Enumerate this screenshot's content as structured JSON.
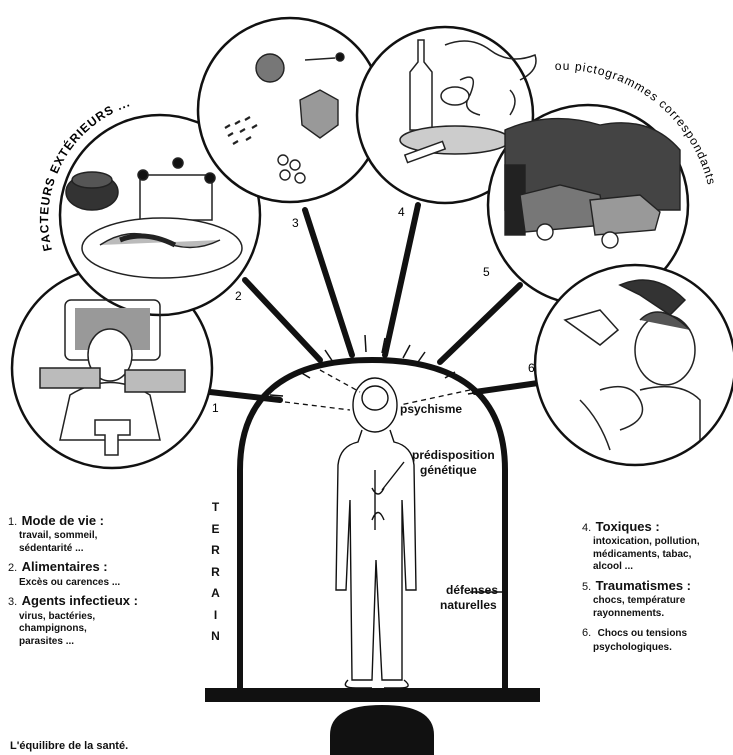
{
  "header": {
    "facteurs_label": "FACTEURS EXTÉRIEURS ...",
    "pictogrammes_label": "ou pictogrammes correspondants"
  },
  "circles": {
    "n1": "1",
    "n2": "2",
    "n3": "3",
    "n4": "4",
    "n5": "5",
    "n6": "6"
  },
  "labels": {
    "psychisme": "psychisme",
    "predisposition_1": "prédisposition",
    "predisposition_2": "génétique",
    "defenses_1": "défenses",
    "defenses_2": "naturelles"
  },
  "terrain": [
    "T",
    "E",
    "R",
    "R",
    "A",
    "I",
    "N"
  ],
  "left_legend": {
    "items": [
      {
        "num": "1.",
        "title": "Mode de vie :",
        "lines": [
          "travail, sommeil,",
          "sédentarité ..."
        ]
      },
      {
        "num": "2.",
        "title": "Alimentaires :",
        "lines": [
          "Excès ou carences ..."
        ]
      },
      {
        "num": "3.",
        "title": "Agents infectieux :",
        "lines": [
          "virus, bactéries,",
          "champignons,",
          "parasites ..."
        ]
      }
    ]
  },
  "right_legend": {
    "items": [
      {
        "num": "4.",
        "title": "Toxiques :",
        "lines": [
          "intoxication, pollution,",
          "médicaments, tabac,",
          "alcool ..."
        ]
      },
      {
        "num": "5.",
        "title": "Traumatismes :",
        "lines": [
          "chocs, température",
          "rayonnements."
        ]
      },
      {
        "num": "6.",
        "title": "",
        "lines": [
          "Chocs ou tensions",
          "psychologiques."
        ]
      }
    ]
  },
  "caption": "L'équilibre de la santé."
}
